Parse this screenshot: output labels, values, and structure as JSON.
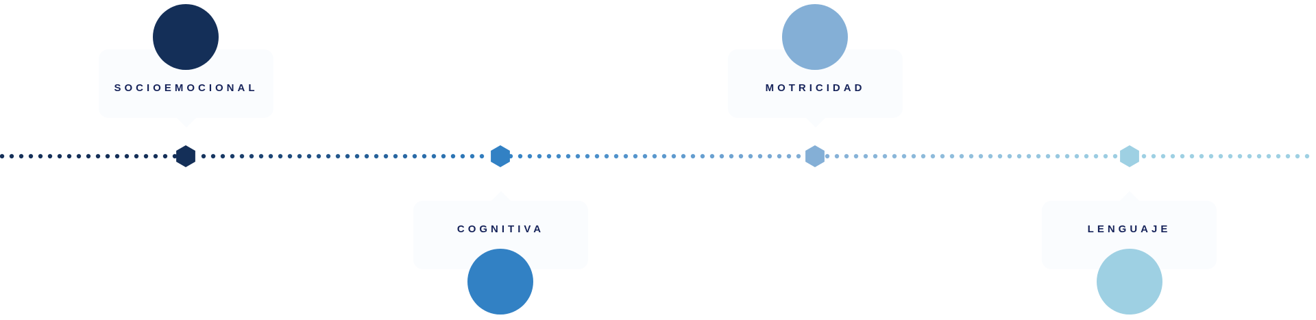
{
  "colors": {
    "socioemocional": "#142f58",
    "cognitiva": "#3281c4",
    "motricidad": "#84afd6",
    "lenguaje": "#9ed0e3",
    "label": "#16235a",
    "card_background": "#fafcfe"
  },
  "stages": [
    {
      "label": "SOCIOEMOCIONAL",
      "color": "#142f58",
      "position": "top",
      "icon": "hexagon-marker-icon"
    },
    {
      "label": "COGNITIVA",
      "color": "#3281c4",
      "position": "bottom",
      "icon": "hexagon-marker-icon"
    },
    {
      "label": "MOTRICIDAD",
      "color": "#84afd6",
      "position": "top",
      "icon": "hexagon-marker-icon"
    },
    {
      "label": "LENGUAJE",
      "color": "#9ed0e3",
      "position": "bottom",
      "icon": "hexagon-marker-icon"
    }
  ]
}
